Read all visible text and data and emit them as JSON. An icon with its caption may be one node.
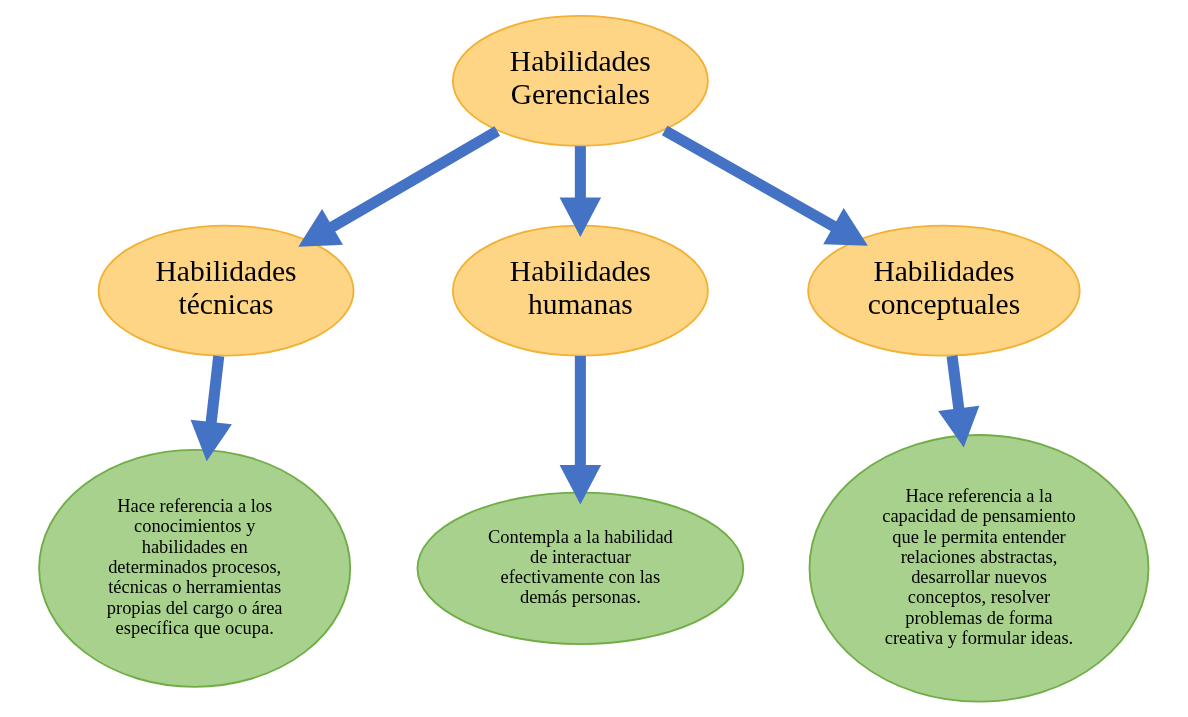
{
  "diagram": {
    "nodes": [
      {
        "text": [
          "Habilidades Gerenciales"
        ]
      },
      {
        "text": [
          "Habilidades técnicas"
        ]
      },
      {
        "text": [
          "Habilidades humanas"
        ]
      },
      {
        "text": [
          "Habilidades conceptuales"
        ]
      },
      {
        "text": [
          "Hace referencia a los conocimientos y habilidades en determinados procesos, técnicas o herramientas propias del cargo o área específica que ocupa."
        ]
      },
      {
        "text": [
          "Contempla a la habilidad de interactuar efectivamente con las demás personas."
        ]
      },
      {
        "text": [
          "Hace referencia a la capacidad de pensamiento que le permita entender relaciones abstractas, desarrollar nuevos conceptos, resolver problemas de forma creativa y formular ideas."
        ]
      }
    ],
    "edges": [
      {
        "from": 0,
        "to": 1,
        "arrow": "to"
      },
      {
        "from": 0,
        "to": 2,
        "arrow": "to"
      },
      {
        "from": 0,
        "to": 3,
        "arrow": "to"
      },
      {
        "from": 1,
        "to": 4,
        "arrow": "to"
      },
      {
        "from": 2,
        "to": 5,
        "arrow": "to"
      },
      {
        "from": 3,
        "to": 6,
        "arrow": "to"
      }
    ]
  }
}
